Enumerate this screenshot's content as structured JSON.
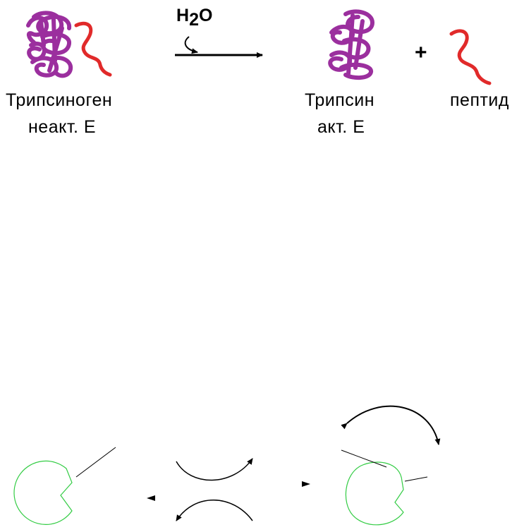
{
  "reaction": {
    "water_h": "H",
    "water_sub": "2",
    "water_o": "O",
    "plus": "+",
    "left_name": "Трипсиноген",
    "left_state": "неакт. E",
    "right_name": "Трипсин",
    "right_state": "акт. E",
    "peptide": "пептид"
  },
  "colors": {
    "protein": "#9b2f9e",
    "peptide": "#e12a2a",
    "enzyme_outline": "#33cc44",
    "arrow": "#000000"
  }
}
